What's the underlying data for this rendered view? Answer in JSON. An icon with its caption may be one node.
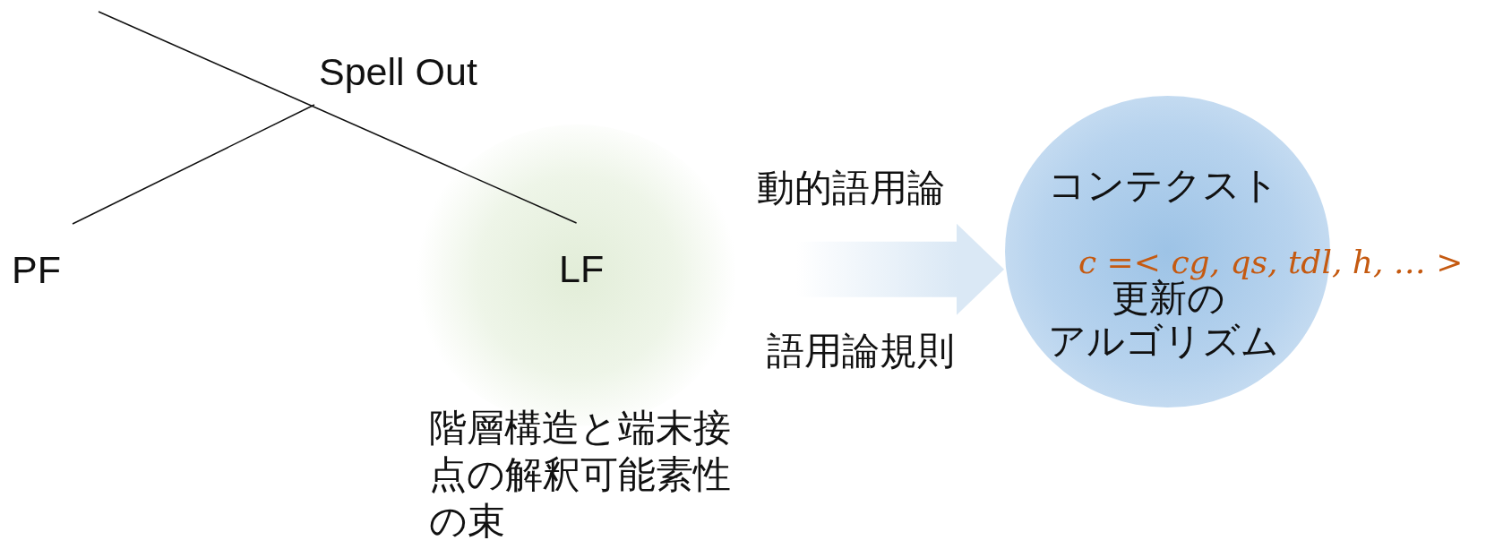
{
  "diagram": {
    "nodes": [
      {
        "text": [
          "PF"
        ]
      },
      {
        "text": [],
        "shape": "circle",
        "beside": [
          "階層構造と端末接点の解釈可能素性の束"
        ]
      },
      {
        "text": [
          "LF"
        ],
        "in": 1
      },
      {
        "text": [
          "コンテクスト",
          "c =< cg, qs, tdl, h, … >",
          "更新の",
          "アルゴリズム"
        ]
      }
    ],
    "edges": [
      {
        "from": null,
        "to": 0,
        "arrow": "none"
      },
      {
        "from": null,
        "to": 2,
        "arrow": "none"
      },
      {
        "from": 1,
        "to": 3,
        "arrow": "to",
        "style": "thick",
        "color": "#dae8f5"
      }
    ],
    "labels": [
      "Spell Out",
      "動的語用論",
      "語用論規則"
    ]
  }
}
